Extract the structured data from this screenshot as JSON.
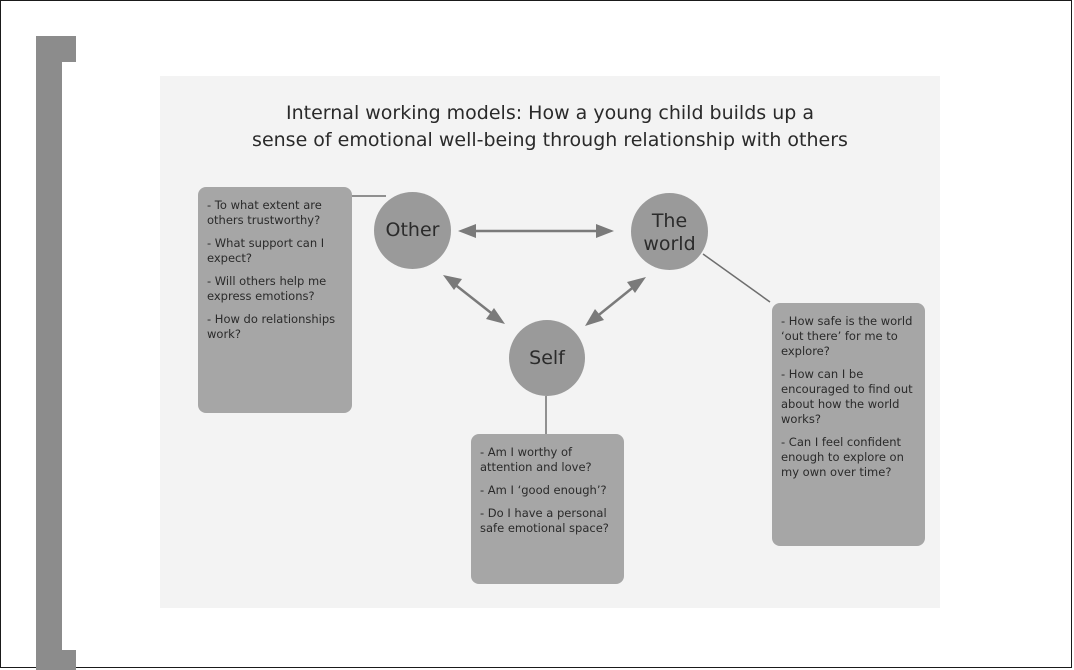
{
  "title": {
    "line1": "Internal working models: How a young child builds up a",
    "line2": "sense of emotional well-being through relationship with others"
  },
  "nodes": {
    "other": "Other",
    "world_line1": "The",
    "world_line2": "world",
    "self": "Self"
  },
  "boxes": {
    "other": [
      "- To what extent are others trustworthy?",
      "- What support can I expect?",
      "- Will others help me express emotions?",
      "- How do relationships work?"
    ],
    "world": [
      "- How safe is the world ‘out there’ for me to explore?",
      "- How can I be encouraged to find out about how the world works?",
      "- Can I feel confident enough to explore on my own over time?"
    ],
    "self": [
      "- Am I worthy of attention and love?",
      "- Am I ‘good enough’?",
      "- Do I have a personal safe emotional space?"
    ]
  },
  "colors": {
    "node_fill": "#9a9a9a",
    "box_fill": "#a6a6a6",
    "arrow": "#7a7a7a"
  }
}
